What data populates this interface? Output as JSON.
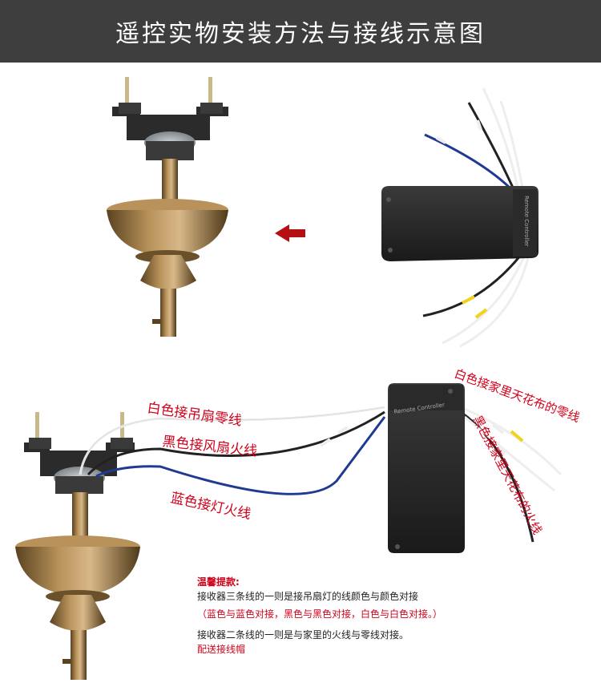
{
  "header": {
    "title": "遥控实物安装方法与接线示意图"
  },
  "receiver_text": "Remote Controller",
  "wire_labels": {
    "white_to_fan": "白色接吊扇零线",
    "black_to_fan": "黑色接风扇火线",
    "blue_to_lamp": "蓝色接灯火线",
    "white_to_home": "白色接家里天花布的零线",
    "black_to_home": "黑色接家里天花布的火线"
  },
  "tips": {
    "title": "温馨提款:",
    "line1": "接收器三条线的一则是接吊扇灯的线颜色与颜色对接",
    "line2": "（蓝色与蓝色对接，黑色与黑色对接，白色与白色对接。）",
    "line3": "接收器二条线的一则是与家里的火线与零线对接。",
    "line4": "配送接线帽"
  },
  "colors": {
    "header_bg": "#3e3e3e",
    "label_red": "#d0021b",
    "wire_blue": "#1f3a93",
    "wire_black": "#222222",
    "wire_white": "#eeeeee",
    "marker_yellow": "#f2d31b",
    "bronze": "#8a6a3a"
  },
  "icons": [
    "left-arrow-icon"
  ]
}
